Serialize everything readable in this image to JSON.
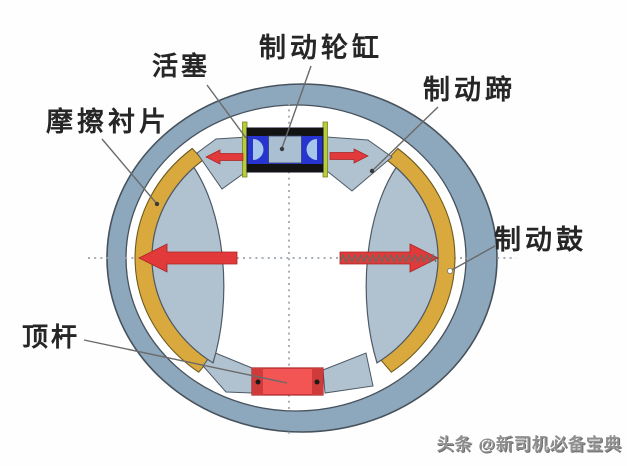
{
  "diagram": {
    "type": "drum-brake-cross-section",
    "description": "drum brake working principle diagram"
  },
  "labels": {
    "piston": "活塞",
    "wheel_cylinder": "制动轮缸",
    "brake_shoe": "制动蹄",
    "friction_lining": "摩擦衬片",
    "brake_drum": "制动鼓",
    "push_rod": "顶杆"
  },
  "watermark": "头条 @新司机必备宝典",
  "colors": {
    "drum": "#8da7bc",
    "drum_outline": "#47525c",
    "shoe": "#b0c1cf",
    "shoe_outline": "#4e5a66",
    "lining": "#d9a93e",
    "lining_outline": "#6e5b1e",
    "cylinder": "#2734cf",
    "cylinder_dark": "#131313",
    "piston_center": "#abbfd3",
    "piston_cup": "#a6c6ec",
    "shoe_tip": "#b9cc3c",
    "shoe_tip_outline": "#79841c",
    "red": "#e23a3a",
    "red_dark": "#a82424",
    "adjuster": "#f35454",
    "adjuster_cap": "#cf3a3a",
    "leader": "#6a6a6a",
    "dotted": "#9aa4ad",
    "thread": "#6f675e",
    "label": "#262626",
    "watermark": "#8f8f8f"
  }
}
